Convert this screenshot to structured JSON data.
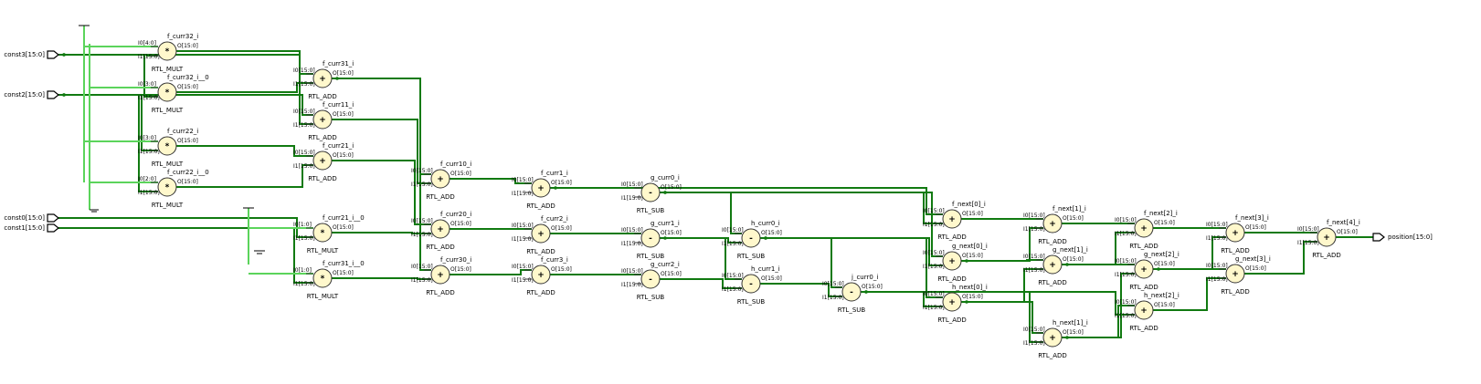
{
  "colors": {
    "wire": "#117a11",
    "const_wire": "#5bd45b",
    "block_fill": "#fff8cc",
    "block_stroke": "#333333",
    "port_stroke": "#000000"
  },
  "ports": {
    "const3": "const3[15:0]",
    "const2": "const2[15:0]",
    "const0": "const0[15:0]",
    "const1": "const1[15:0]",
    "position": "position[15:0]"
  },
  "blocks": [
    {
      "id": "f_curr32_i",
      "label": "f_curr32_i",
      "cell": "RTL_MULT",
      "op": "*",
      "in0": "I0[4:0]",
      "in1": "I1[15:0]",
      "out": "O[15:0]"
    },
    {
      "id": "f_curr32_i__0",
      "label": "f_curr32_i__0",
      "cell": "RTL_MULT",
      "op": "*",
      "in0": "I0[3:0]",
      "in1": "I1[15:0]",
      "out": "O[15:0]"
    },
    {
      "id": "f_curr22_i",
      "label": "f_curr22_i",
      "cell": "RTL_MULT",
      "op": "*",
      "in0": "I0[3:0]",
      "in1": "I1[15:0]",
      "out": "O[15:0]"
    },
    {
      "id": "f_curr22_i__0",
      "label": "f_curr22_i__0",
      "cell": "RTL_MULT",
      "op": "*",
      "in0": "I0[2:0]",
      "in1": "I1[15:0]",
      "out": "O[15:0]"
    },
    {
      "id": "f_curr31_i",
      "label": "f_curr31_i",
      "cell": "RTL_ADD",
      "op": "+",
      "in0": "I0[15:0]",
      "in1": "I1[15:0]",
      "out": "O[15:0]"
    },
    {
      "id": "f_curr11_i",
      "label": "f_curr11_i",
      "cell": "RTL_ADD",
      "op": "+",
      "in0": "I0[15:0]",
      "in1": "I1[15:0]",
      "out": "O[15:0]"
    },
    {
      "id": "f_curr21_i",
      "label": "f_curr21_i",
      "cell": "RTL_ADD",
      "op": "+",
      "in0": "I0[15:0]",
      "in1": "I1[15:0]",
      "out": "O[15:0]"
    },
    {
      "id": "f_curr21_i__0",
      "label": "f_curr21_i__0",
      "cell": "RTL_MULT",
      "op": "*",
      "in0": "I0[1:0]",
      "in1": "I1[15:0]",
      "out": "O[15:0]"
    },
    {
      "id": "f_curr31_i__0",
      "label": "f_curr31_i__0",
      "cell": "RTL_MULT",
      "op": "*",
      "in0": "I0[1:0]",
      "in1": "I1[15:0]",
      "out": "O[15:0]"
    },
    {
      "id": "f_curr10_i",
      "label": "f_curr10_i",
      "cell": "RTL_ADD",
      "op": "+",
      "in0": "I0[15:0]",
      "in1": "I1[15:0]",
      "out": "O[15:0]"
    },
    {
      "id": "f_curr20_i",
      "label": "f_curr20_i",
      "cell": "RTL_ADD",
      "op": "+",
      "in0": "I0[15:0]",
      "in1": "I1[15:0]",
      "out": "O[15:0]"
    },
    {
      "id": "f_curr30_i",
      "label": "f_curr30_i",
      "cell": "RTL_ADD",
      "op": "+",
      "in0": "I0[15:0]",
      "in1": "I1[15:0]",
      "out": "O[15:0]"
    },
    {
      "id": "f_curr1_i",
      "label": "f_curr1_i",
      "cell": "RTL_ADD",
      "op": "+",
      "in0": "I0[15:0]",
      "in1": "I1[15:0]",
      "out": "O[15:0]"
    },
    {
      "id": "f_curr2_i",
      "label": "f_curr2_i",
      "cell": "RTL_ADD",
      "op": "+",
      "in0": "I0[15:0]",
      "in1": "I1[15:0]",
      "out": "O[15:0]"
    },
    {
      "id": "f_curr3_i",
      "label": "f_curr3_i",
      "cell": "RTL_ADD",
      "op": "+",
      "in0": "I0[15:0]",
      "in1": "I1[15:0]",
      "out": "O[15:0]"
    },
    {
      "id": "g_curr0_i",
      "label": "g_curr0_i",
      "cell": "RTL_SUB",
      "op": "-",
      "in0": "I0[15:0]",
      "in1": "I1[15:0]",
      "out": "O[15:0]"
    },
    {
      "id": "g_curr1_i",
      "label": "g_curr1_i",
      "cell": "RTL_SUB",
      "op": "-",
      "in0": "I0[15:0]",
      "in1": "I1[15:0]",
      "out": "O[15:0]"
    },
    {
      "id": "g_curr2_i",
      "label": "g_curr2_i",
      "cell": "RTL_SUB",
      "op": "-",
      "in0": "I0[15:0]",
      "in1": "I1[15:0]",
      "out": "O[15:0]"
    },
    {
      "id": "h_curr0_i",
      "label": "h_curr0_i",
      "cell": "RTL_SUB",
      "op": "-",
      "in0": "I0[15:0]",
      "in1": "I1[15:0]",
      "out": "O[15:0]"
    },
    {
      "id": "h_curr1_i",
      "label": "h_curr1_i",
      "cell": "RTL_SUB",
      "op": "-",
      "in0": "I0[15:0]",
      "in1": "I1[15:0]",
      "out": "O[15:0]"
    },
    {
      "id": "j_curr0_i",
      "label": "j_curr0_i",
      "cell": "RTL_SUB",
      "op": "-",
      "in0": "I0[15:0]",
      "in1": "I1[15:0]",
      "out": "O[15:0]"
    },
    {
      "id": "f_next0_i",
      "label": "f_next[0]_i",
      "cell": "RTL_ADD",
      "op": "+",
      "in0": "I0[15:0]",
      "in1": "I1[15:0]",
      "out": "O[15:0]"
    },
    {
      "id": "g_next0_i",
      "label": "g_next[0]_i",
      "cell": "RTL_ADD",
      "op": "+",
      "in0": "I0[15:0]",
      "in1": "I1[15:0]",
      "out": "O[15:0]"
    },
    {
      "id": "h_next0_i",
      "label": "h_next[0]_i",
      "cell": "RTL_ADD",
      "op": "+",
      "in0": "I0[15:0]",
      "in1": "I1[15:0]",
      "out": "O[15:0]"
    },
    {
      "id": "f_next1_i",
      "label": "f_next[1]_i",
      "cell": "RTL_ADD",
      "op": "+",
      "in0": "I0[15:0]",
      "in1": "I1[15:0]",
      "out": "O[15:0]"
    },
    {
      "id": "g_next1_i",
      "label": "g_next[1]_i",
      "cell": "RTL_ADD",
      "op": "+",
      "in0": "I0[15:0]",
      "in1": "I1[15:0]",
      "out": "O[15:0]"
    },
    {
      "id": "h_next1_i",
      "label": "h_next[1]_i",
      "cell": "RTL_ADD",
      "op": "+",
      "in0": "I0[15:0]",
      "in1": "I1[15:0]",
      "out": "O[15:0]"
    },
    {
      "id": "f_next2_i",
      "label": "f_next[2]_i",
      "cell": "RTL_ADD",
      "op": "+",
      "in0": "I0[15:0]",
      "in1": "I1[15:0]",
      "out": "O[15:0]"
    },
    {
      "id": "g_next2_i",
      "label": "g_next[2]_i",
      "cell": "RTL_ADD",
      "op": "+",
      "in0": "I0[15:0]",
      "in1": "I1[15:0]",
      "out": "O[15:0]"
    },
    {
      "id": "h_next2_i",
      "label": "h_next[2]_i",
      "cell": "RTL_ADD",
      "op": "+",
      "in0": "I0[15:0]",
      "in1": "I1[15:0]",
      "out": "O[15:0]"
    },
    {
      "id": "f_next3_i",
      "label": "f_next[3]_i",
      "cell": "RTL_ADD",
      "op": "+",
      "in0": "I0[15:0]",
      "in1": "I1[15:0]",
      "out": "O[15:0]"
    },
    {
      "id": "g_next3_i",
      "label": "g_next[3]_i",
      "cell": "RTL_ADD",
      "op": "+",
      "in0": "I0[15:0]",
      "in1": "I1[15:0]",
      "out": "O[15:0]"
    },
    {
      "id": "f_next4_i",
      "label": "f_next[4]_i",
      "cell": "RTL_ADD",
      "op": "+",
      "in0": "I0[15:0]",
      "in1": "I1[15:0]",
      "out": "O[15:0]"
    }
  ],
  "connections": [
    [
      "const3",
      "f_curr32_i",
      "in1"
    ],
    [
      "const3",
      "f_curr32_i__0",
      "in1"
    ],
    [
      "const2",
      "f_curr22_i",
      "in1"
    ],
    [
      "const2",
      "f_curr22_i__0",
      "in1"
    ],
    [
      "const2",
      "f_curr11_i",
      "in0"
    ],
    [
      "f_curr32_i",
      "f_curr31_i",
      "in0"
    ],
    [
      "f_curr32_i__0",
      "f_curr31_i",
      "in1"
    ],
    [
      "f_curr22_i",
      "f_curr21_i",
      "in0"
    ],
    [
      "f_curr22_i__0",
      "f_curr21_i",
      "in1"
    ],
    [
      "const3",
      "f_curr11_i",
      "in1"
    ],
    [
      "const0",
      "f_curr21_i__0",
      "in1"
    ],
    [
      "const1",
      "f_curr31_i__0",
      "in1"
    ],
    [
      "f_curr31_i",
      "f_curr10_i",
      "in0"
    ],
    [
      "f_curr11_i",
      "f_curr10_i",
      "in1"
    ],
    [
      "f_curr21_i",
      "f_curr20_i",
      "in0"
    ],
    [
      "f_curr21_i__0",
      "f_curr20_i",
      "in1"
    ],
    [
      "f_curr31_i",
      "f_curr30_i",
      "in0"
    ],
    [
      "f_curr31_i__0",
      "f_curr30_i",
      "in1"
    ],
    [
      "f_curr10_i",
      "f_curr1_i",
      "in0"
    ],
    [
      "f_curr20_i",
      "f_curr2_i",
      "in0"
    ],
    [
      "f_curr30_i",
      "f_curr3_i",
      "in0"
    ],
    [
      "f_curr1_i",
      "g_curr0_i",
      "in0"
    ],
    [
      "f_curr2_i",
      "g_curr1_i",
      "in0"
    ],
    [
      "f_curr3_i",
      "g_curr2_i",
      "in0"
    ],
    [
      "g_curr0_i",
      "h_curr0_i",
      "in0"
    ],
    [
      "g_curr1_i",
      "h_curr0_i",
      "in1"
    ],
    [
      "g_curr1_i",
      "h_curr1_i",
      "in0"
    ],
    [
      "g_curr2_i",
      "h_curr1_i",
      "in1"
    ],
    [
      "h_curr0_i",
      "j_curr0_i",
      "in0"
    ],
    [
      "h_curr1_i",
      "j_curr0_i",
      "in1"
    ],
    [
      "f_curr1_i",
      "f_next0_i",
      "in0"
    ],
    [
      "g_curr0_i",
      "f_next0_i",
      "in1"
    ],
    [
      "g_curr0_i",
      "g_next0_i",
      "in0"
    ],
    [
      "h_curr0_i",
      "g_next0_i",
      "in1"
    ],
    [
      "h_curr0_i",
      "h_next0_i",
      "in0"
    ],
    [
      "j_curr0_i",
      "h_next0_i",
      "in1"
    ],
    [
      "f_next0_i",
      "f_next1_i",
      "in0"
    ],
    [
      "g_next0_i",
      "f_next1_i",
      "in1"
    ],
    [
      "g_next0_i",
      "g_next1_i",
      "in0"
    ],
    [
      "h_next0_i",
      "g_next1_i",
      "in1"
    ],
    [
      "h_next0_i",
      "h_next1_i",
      "in0"
    ],
    [
      "j_curr0_i",
      "h_next1_i",
      "in1"
    ],
    [
      "f_next1_i",
      "f_next2_i",
      "in0"
    ],
    [
      "g_next1_i",
      "f_next2_i",
      "in1"
    ],
    [
      "g_next1_i",
      "g_next2_i",
      "in0"
    ],
    [
      "h_next1_i",
      "g_next2_i",
      "in1"
    ],
    [
      "h_next1_i",
      "h_next2_i",
      "in0"
    ],
    [
      "j_curr0_i",
      "h_next2_i",
      "in1"
    ],
    [
      "f_next2_i",
      "f_next3_i",
      "in0"
    ],
    [
      "g_next2_i",
      "f_next3_i",
      "in1"
    ],
    [
      "g_next2_i",
      "g_next3_i",
      "in0"
    ],
    [
      "h_next2_i",
      "g_next3_i",
      "in1"
    ],
    [
      "f_next3_i",
      "f_next4_i",
      "in0"
    ],
    [
      "g_next3_i",
      "f_next4_i",
      "in1"
    ],
    [
      "f_next4_i",
      "position",
      "port"
    ]
  ]
}
